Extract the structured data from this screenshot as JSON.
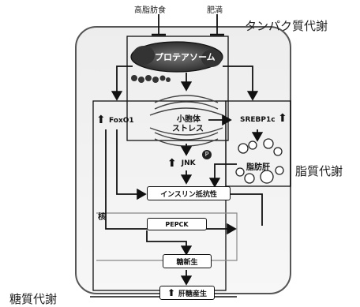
{
  "page": {
    "background": "#ffffff"
  },
  "top_labels": {
    "hfd": "高脂肪食",
    "obesity": "肥満"
  },
  "sections": {
    "protein": "タンパク質代謝",
    "lipid": "脂質代謝",
    "glucose": "糖質代謝"
  },
  "nodes": {
    "proteasome": "プロテアソーム",
    "er_stress_1": "小胞体",
    "er_stress_2": "ストレス",
    "foxo1": "FoxO1",
    "srebp1c": "SREBP1c",
    "jnk": "JNK",
    "fatty_liver": "脂肪肝",
    "insulin_resistance": "インスリン抵抗性",
    "nucleus": "核",
    "pepck": "PEPCK",
    "gluconeogenesis": "糖新生",
    "hepatic_glucose": "肝糖産生",
    "phospho": "P"
  },
  "side_labels": {
    "up_arrow": "⬆"
  }
}
